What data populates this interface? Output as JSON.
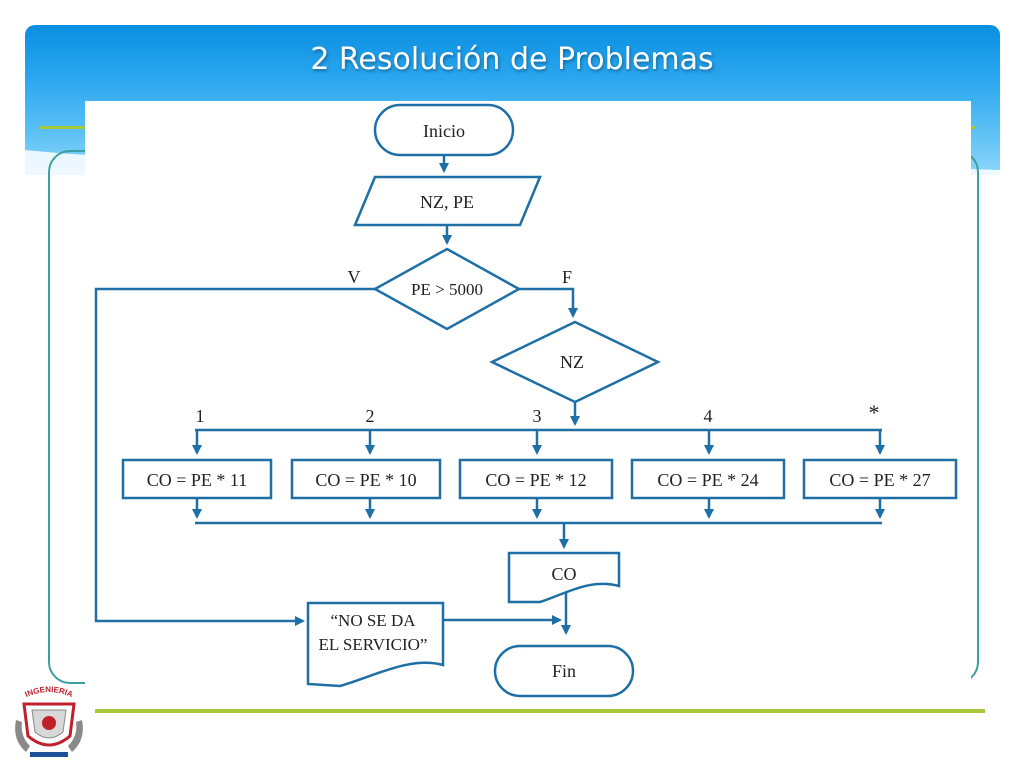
{
  "slide": {
    "title": "2 Resolución de Problemas"
  },
  "logo": {
    "text": "INGENIERIA"
  },
  "flowchart": {
    "start": "Inicio",
    "input": "NZ, PE",
    "decision_pe": "PE > 5000",
    "true_label": "V",
    "false_label": "F",
    "decision_nz": "NZ",
    "cases": [
      {
        "label": "1",
        "action": "CO = PE * 11"
      },
      {
        "label": "2",
        "action": "CO = PE * 10"
      },
      {
        "label": "3",
        "action": "CO = PE * 12"
      },
      {
        "label": "4",
        "action": "CO = PE * 24"
      },
      {
        "label": "*",
        "action": "CO = PE * 27"
      }
    ],
    "output_co": "CO",
    "message_line1": "“NO SE DA",
    "message_line2": "EL SERVICIO”",
    "end": "Fin"
  },
  "colors": {
    "banner": "#0a8fe0",
    "flow_stroke": "#1e6fa6",
    "accent_green": "#a6c83a",
    "frame_teal": "#3aa0a0"
  }
}
